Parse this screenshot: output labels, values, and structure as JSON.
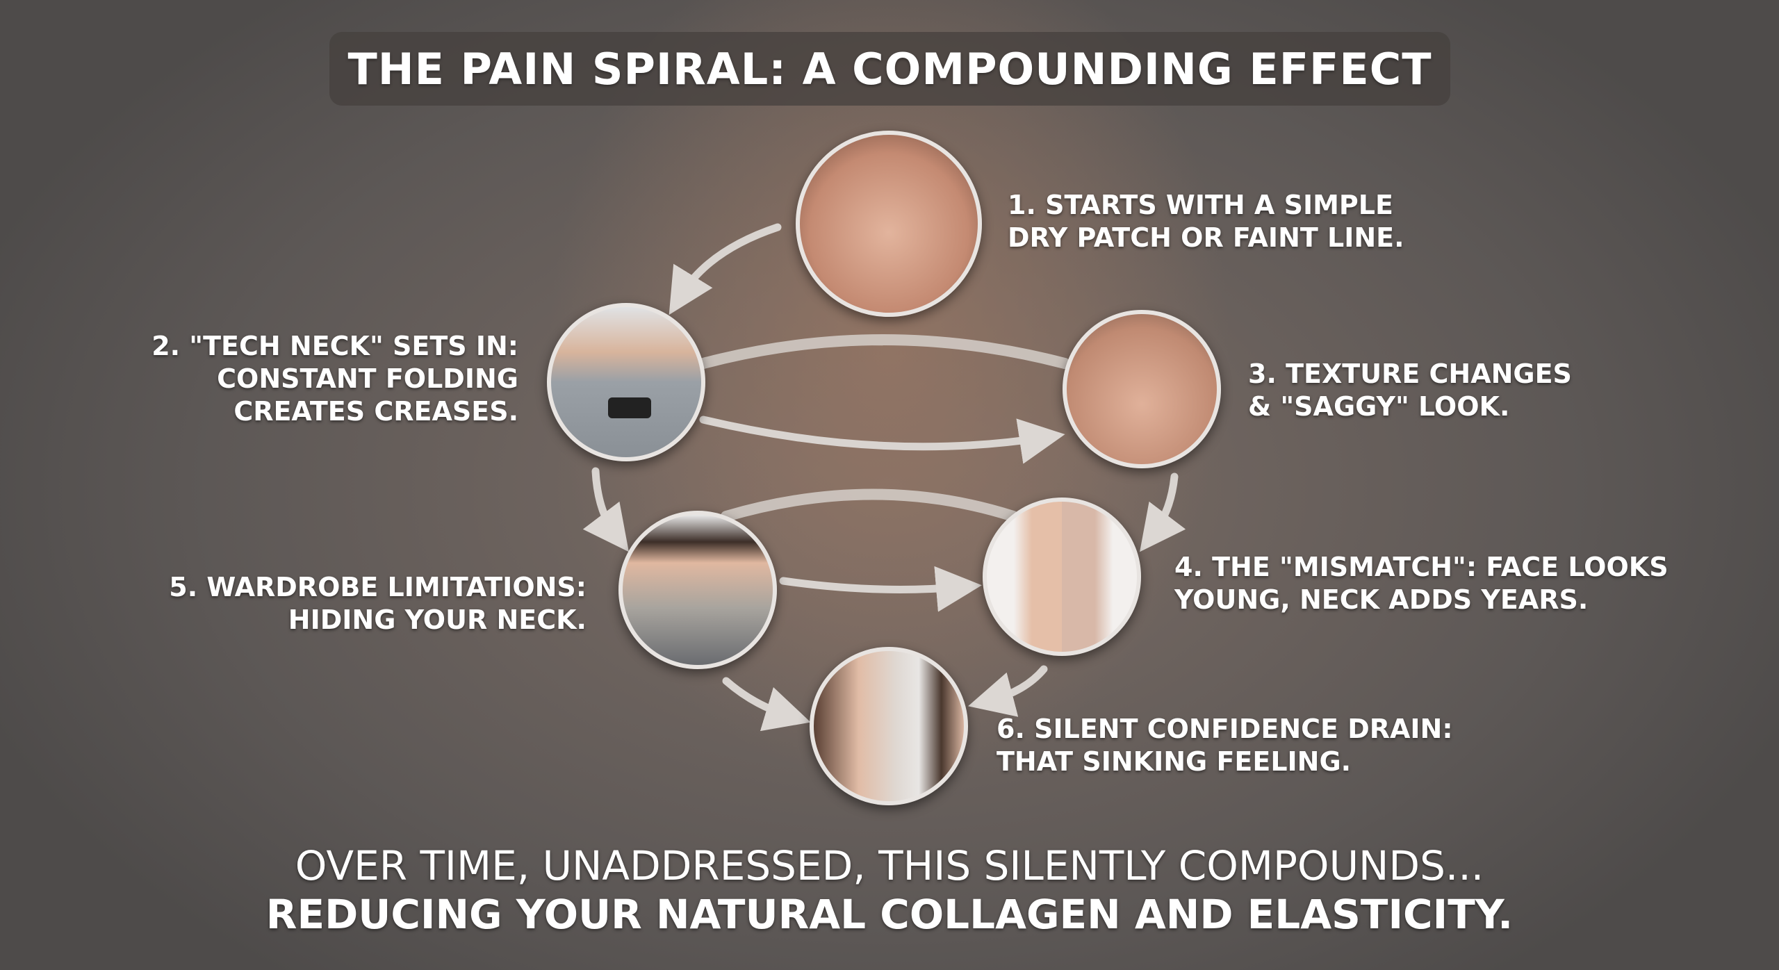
{
  "title": "THE PAIN SPIRAL: A COMPOUNDING EFFECT",
  "steps": [
    {
      "line1": "1. STARTS WITH A SIMPLE",
      "line2": "DRY PATCH OR FAINT LINE."
    },
    {
      "line1": "2. \"TECH NECK\" SETS IN:",
      "line2": "CONSTANT FOLDING",
      "line3": "CREATES CREASES."
    },
    {
      "line1": "3. TEXTURE CHANGES",
      "line2": "& \"SAGGY\" LOOK."
    },
    {
      "line1": "4. THE \"MISMATCH\": FACE LOOKS",
      "line2": "YOUNG, NECK ADDS YEARS."
    },
    {
      "line1": "5. WARDROBE LIMITATIONS:",
      "line2": "HIDING YOUR NECK."
    },
    {
      "line1": "6. SILENT CONFIDENCE DRAIN:",
      "line2": "THAT SINKING FEELING."
    }
  ],
  "footer": {
    "line1": "OVER TIME, UNADDRESSED, THIS SILENTLY COMPOUNDS...",
    "line2": "REDUCING YOUR NATURAL COLLAGEN AND ELASTICITY."
  },
  "colors": {
    "arrow": "#d9d4d0",
    "ring": "#e8e4e1",
    "skin": "#d9a890"
  }
}
